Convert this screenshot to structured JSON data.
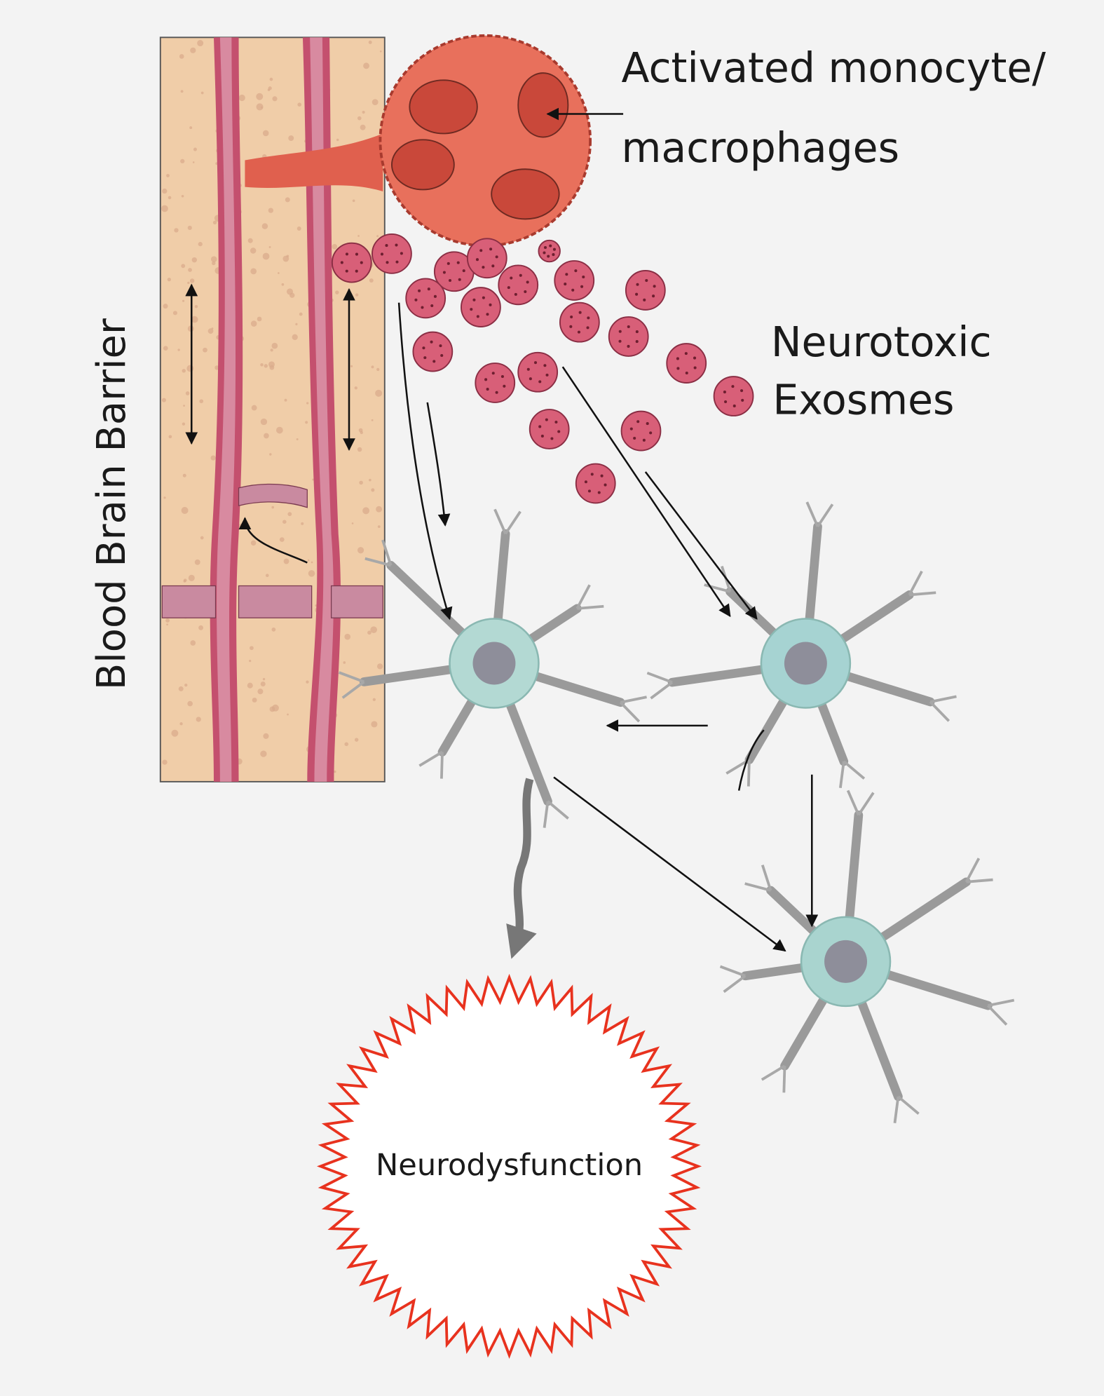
{
  "labels": {
    "monocyte_line1": "Activated monocyte/",
    "monocyte_line2": "macrophages",
    "exosome_line1": "Neurotoxic",
    "exosome_line2": "Exosmes",
    "bbb": "Blood Brain Barrier",
    "outcome": "Neurodysfunction"
  },
  "colors": {
    "background": "#f3f3f3",
    "barrier": "#f0cda8",
    "vessel": "#c4506e",
    "monocyte": "#e8705c",
    "exosome": "#d85f78",
    "neuron_body": "#a9d4cf",
    "nucleus": "#8e8e9a",
    "spikes": "#e8321e"
  }
}
